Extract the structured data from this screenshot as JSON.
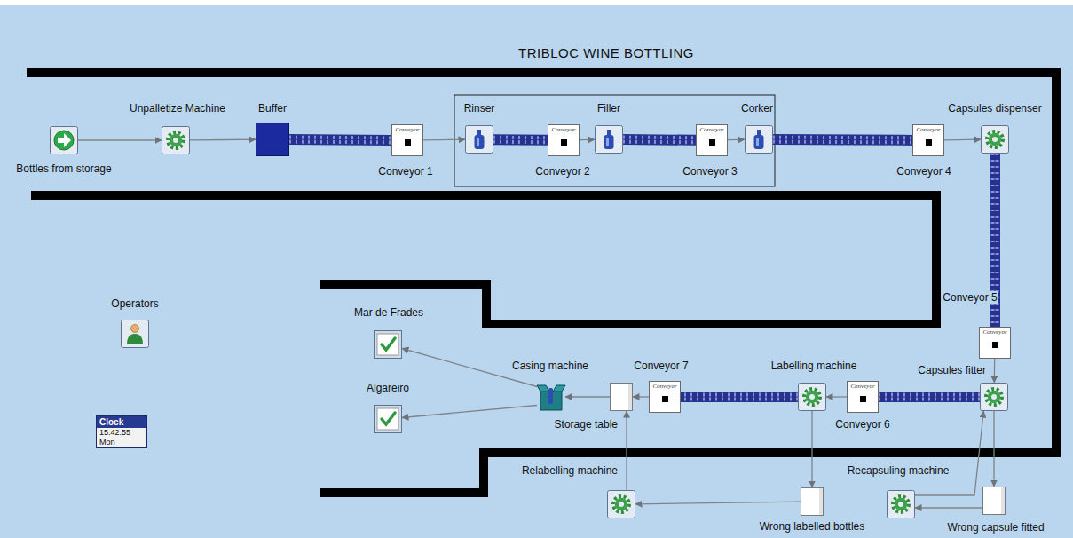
{
  "diagram": {
    "title": "TRIBLOC WINE BOTTLING",
    "nodes": [
      {
        "text": [
          "Bottles from storage"
        ]
      },
      {
        "text": [
          "Unpalletize Machine"
        ]
      },
      {
        "text": [
          "Buffer"
        ]
      },
      {
        "text": [
          "Conveyor",
          "Conveyor 1"
        ]
      },
      {
        "text": [
          "Rinser"
        ]
      },
      {
        "text": [
          "Conveyor",
          "Conveyor 2"
        ]
      },
      {
        "text": [
          "Filler"
        ]
      },
      {
        "text": [
          "Conveyor",
          "Conveyor 3"
        ]
      },
      {
        "text": [
          "Corker"
        ]
      },
      {
        "text": [
          "Conveyor",
          "Conveyor 4"
        ]
      },
      {
        "text": [
          "Capsules dispenser"
        ]
      },
      {
        "text": [
          "Conveyor",
          "Conveyor 5"
        ]
      },
      {
        "text": [
          "Capsules fitter"
        ]
      },
      {
        "text": [
          "Conveyor",
          "Conveyor 6"
        ]
      },
      {
        "text": [
          "Labelling machine"
        ]
      },
      {
        "text": [
          "Conveyor",
          "Conveyor 7"
        ]
      },
      {
        "text": [
          "Storage table"
        ]
      },
      {
        "text": [
          "Casing machine"
        ]
      },
      {
        "text": [
          "Mar de Frades"
        ]
      },
      {
        "text": [
          "Algareiro"
        ]
      },
      {
        "text": [
          "Wrong labelled bottles"
        ]
      },
      {
        "text": [
          "Relabelling machine"
        ]
      },
      {
        "text": [
          "Wrong capsule fitted"
        ]
      },
      {
        "text": [
          "Recapsuling machine"
        ]
      },
      {
        "text": [
          "Operators"
        ]
      },
      {
        "text": [
          "Clock",
          "15:42:55",
          "Mon"
        ]
      }
    ],
    "edges": [
      {
        "from": 0,
        "to": 1,
        "arrow": "to"
      },
      {
        "from": 1,
        "to": 2,
        "arrow": "to"
      },
      {
        "from": 2,
        "to": 3,
        "arrow": "none"
      },
      {
        "from": 3,
        "to": 4,
        "arrow": "to"
      },
      {
        "from": 4,
        "to": 5,
        "arrow": "none"
      },
      {
        "from": 5,
        "to": 6,
        "arrow": "to"
      },
      {
        "from": 6,
        "to": 7,
        "arrow": "none"
      },
      {
        "from": 7,
        "to": 8,
        "arrow": "to"
      },
      {
        "from": 8,
        "to": 9,
        "arrow": "none"
      },
      {
        "from": 9,
        "to": 10,
        "arrow": "to"
      },
      {
        "from": 10,
        "to": 11,
        "arrow": "none"
      },
      {
        "from": 11,
        "to": 12,
        "arrow": "to"
      },
      {
        "from": 12,
        "to": 13,
        "arrow": "none"
      },
      {
        "from": 13,
        "to": 14,
        "arrow": "to"
      },
      {
        "from": 14,
        "to": 15,
        "arrow": "none"
      },
      {
        "from": 15,
        "to": 16,
        "arrow": "to"
      },
      {
        "from": 16,
        "to": 17,
        "arrow": "to"
      },
      {
        "from": 17,
        "to": 18,
        "arrow": "to"
      },
      {
        "from": 17,
        "to": 19,
        "arrow": "to"
      },
      {
        "from": 12,
        "to": 22,
        "arrow": "to"
      },
      {
        "from": 22,
        "to": 23,
        "arrow": "to"
      },
      {
        "from": 23,
        "to": 12,
        "arrow": "to"
      },
      {
        "from": 14,
        "to": 20,
        "arrow": "to"
      },
      {
        "from": 20,
        "to": 21,
        "arrow": "to"
      },
      {
        "from": 21,
        "to": 16,
        "arrow": "to"
      }
    ]
  }
}
